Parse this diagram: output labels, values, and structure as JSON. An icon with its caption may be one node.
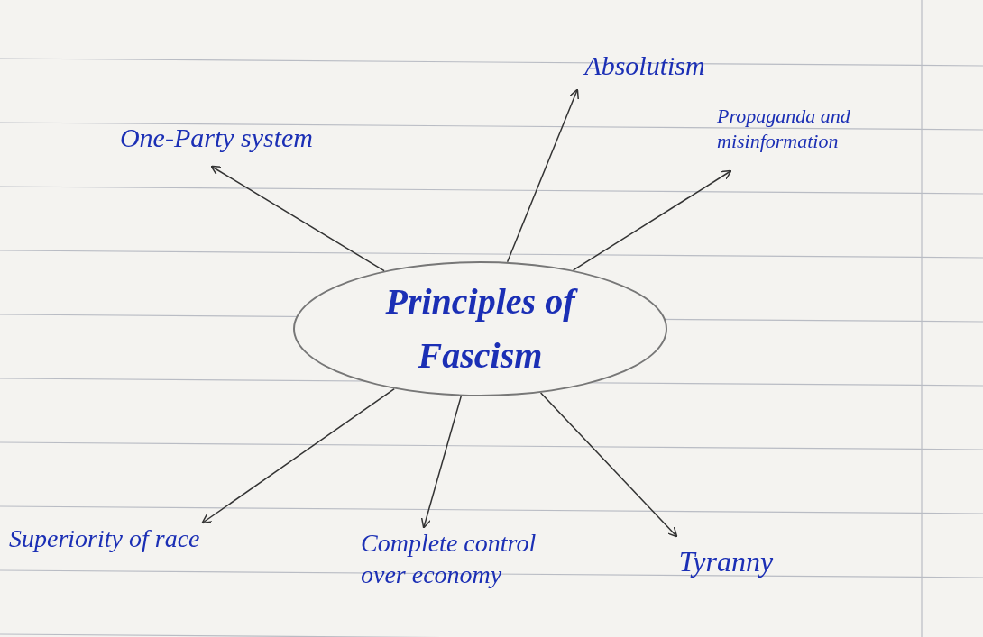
{
  "diagram": {
    "nodes": [
      {
        "text": [
          "Principles of Fascism"
        ]
      },
      {
        "text": [
          "One-Party system"
        ]
      },
      {
        "text": [
          "Absolutism"
        ]
      },
      {
        "text": [
          "Propaganda and misinformation"
        ]
      },
      {
        "text": [
          "Superiority of race"
        ]
      },
      {
        "text": [
          "Complete control over economy"
        ]
      },
      {
        "text": [
          "Tyranny"
        ]
      }
    ],
    "edges": [
      {
        "from": 0,
        "to": 1,
        "arrow": "to"
      },
      {
        "from": 0,
        "to": 2,
        "arrow": "to"
      },
      {
        "from": 0,
        "to": 3,
        "arrow": "to"
      },
      {
        "from": 0,
        "to": 4,
        "arrow": "to"
      },
      {
        "from": 0,
        "to": 5,
        "arrow": "to"
      },
      {
        "from": 0,
        "to": 6,
        "arrow": "to"
      }
    ]
  }
}
